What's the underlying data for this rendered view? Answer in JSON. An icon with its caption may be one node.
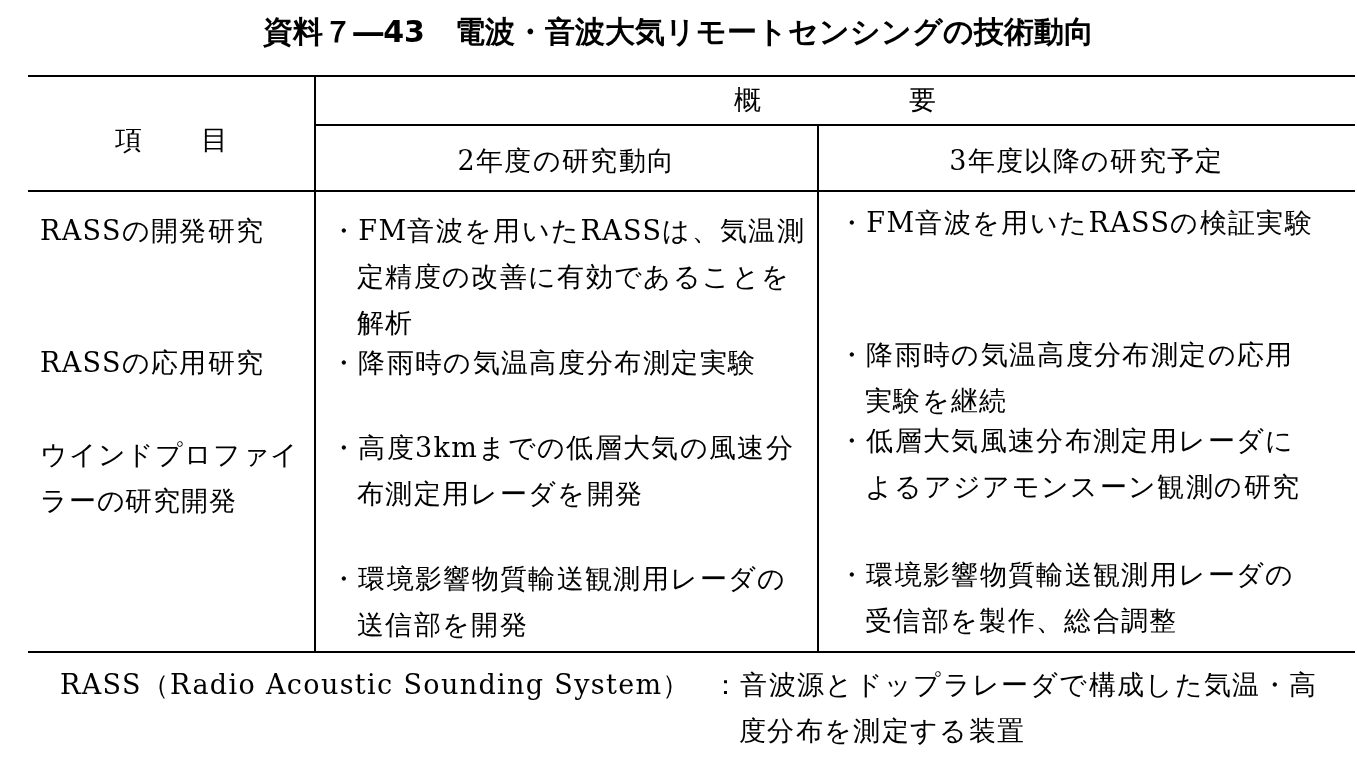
{
  "diagram": {
    "title": "資料７―43　電波・音波大気リモートセンシングの技術動向",
    "labels": [
      "項目",
      "概要",
      "2年度の研究動向",
      "3年度以降の研究予定",
      "RASSの開発研究",
      "・FM音波を用いたRASSは、気温測定精度の改善に有効であることを解析",
      "・FM音波を用いたRASSの検証実験",
      "RASSの応用研究",
      "・降雨時の気温高度分布測定実験",
      "・降雨時の気温高度分布測定の応用実験を継続",
      "ウインドプロファイラーの研究開発",
      "・高度3kmまでの低層大気の風速分布測定用レーダを開発",
      "・低層大気風速分布測定用レーダによるアジアモンスーン観測の研究",
      "・環境影響物質輸送観測用レーダの送信部を開発",
      "・環境影響物質輸送観測用レーダの受信部を製作、総合調整",
      "RASS（Radio Acoustic Sounding System）",
      "：音波源とドップラレーダで構成した気温・高度分布を測定する装置"
    ]
  }
}
